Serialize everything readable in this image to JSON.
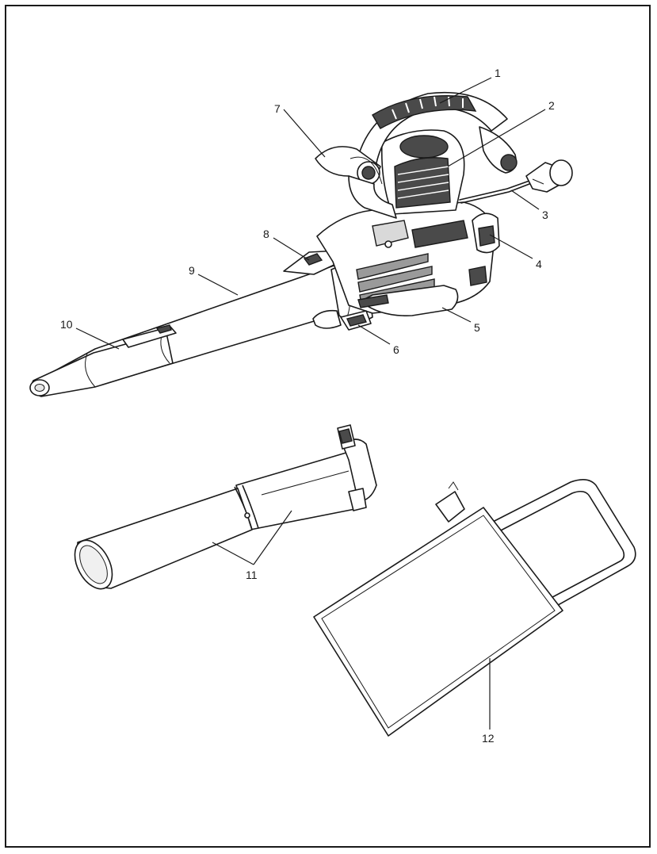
{
  "figure": {
    "callouts": [
      {
        "id": "1",
        "label": "1"
      },
      {
        "id": "2",
        "label": "2"
      },
      {
        "id": "3",
        "label": "3"
      },
      {
        "id": "4",
        "label": "4"
      },
      {
        "id": "5",
        "label": "5"
      },
      {
        "id": "6",
        "label": "6"
      },
      {
        "id": "7",
        "label": "7"
      },
      {
        "id": "8",
        "label": "8"
      },
      {
        "id": "9",
        "label": "9"
      },
      {
        "id": "10",
        "label": "10"
      },
      {
        "id": "11",
        "label": "11"
      },
      {
        "id": "12",
        "label": "12"
      }
    ]
  },
  "colors": {
    "line": "#1a1a1a",
    "dark_part": "#4a4a4a",
    "mid_part": "#9a9a9a",
    "light_part": "#d9d9d9",
    "background": "#ffffff"
  }
}
